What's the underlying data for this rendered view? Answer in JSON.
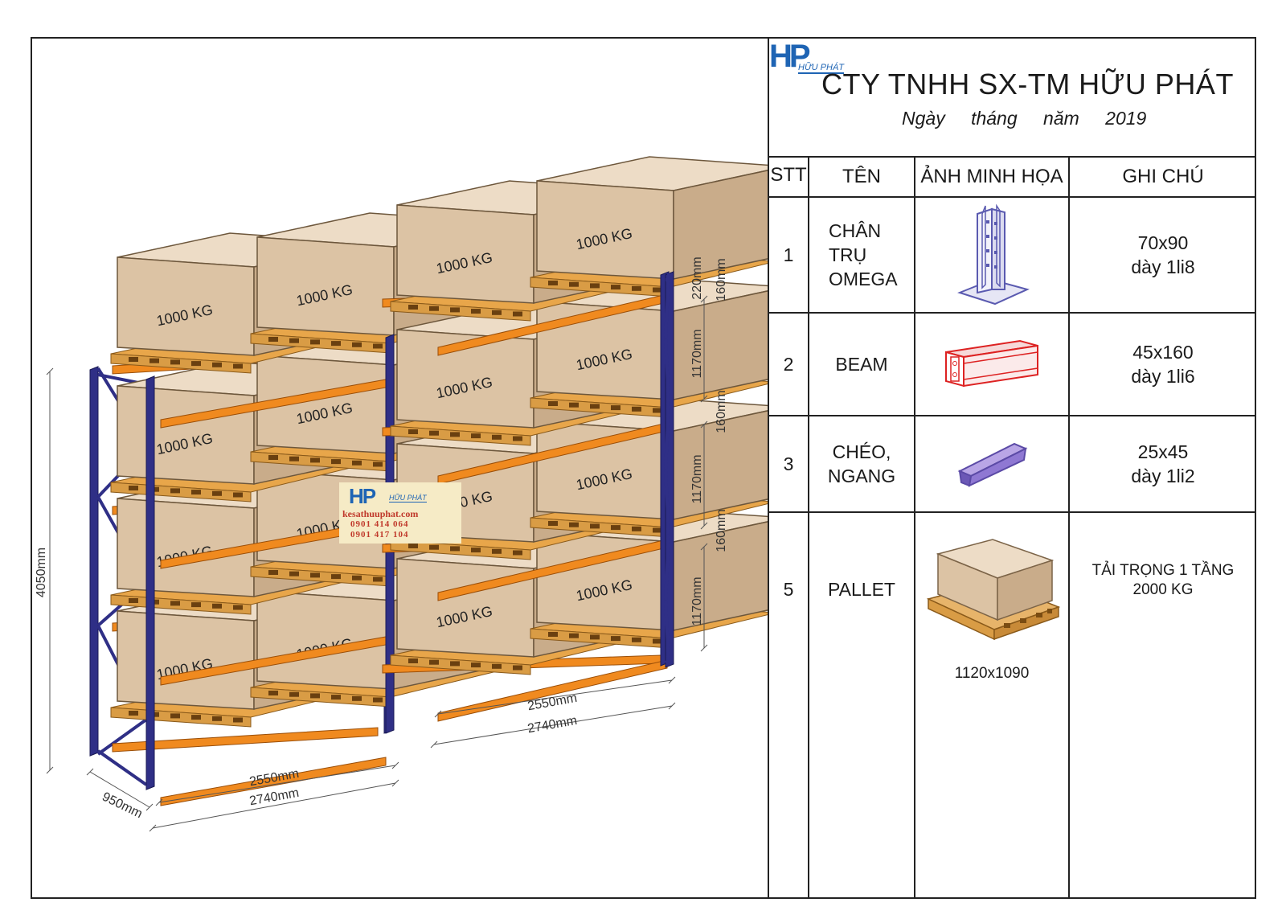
{
  "company": {
    "logo_text": "HP",
    "logo_sub": "HỮU PHÁT",
    "name": "CTY TNHH SX-TM HỮU PHÁT",
    "date_line": "Ngày tháng năm 2019"
  },
  "table": {
    "headers": [
      "STT",
      "TÊN",
      "ẢNH MINH HỌA",
      "GHI CHÚ"
    ],
    "rows": [
      {
        "stt": "1",
        "name": "CHÂN TRỤ OMEGA",
        "illustration": "omega-upright-icon",
        "note_line1": "70x90",
        "note_line2": "dày 1li8"
      },
      {
        "stt": "2",
        "name": "BEAM",
        "illustration": "beam-icon",
        "note_line1": "45x160",
        "note_line2": "dày 1li6"
      },
      {
        "stt": "3",
        "name": "CHÉO, NGANG",
        "illustration": "brace-icon",
        "note_line1": "25x45",
        "note_line2": "dày 1li2"
      },
      {
        "stt": "5",
        "name": "PALLET",
        "illustration": "pallet-box-icon",
        "caption": "1120x1090",
        "note_line1": "TẢI TRỌNG 1 TẦNG",
        "note_line2": "2000 KG"
      }
    ]
  },
  "drawing": {
    "box_label": "1000 KG",
    "dims": {
      "total_height": "4050mm",
      "depth": "950mm",
      "inner_width": "2550mm",
      "outer_width": "2740mm",
      "level_height": "1170mm",
      "beam_gap": "160mm",
      "top_gap": "220mm"
    },
    "watermark": {
      "logo_text": "HP",
      "logo_sub": "HỮU PHÁT",
      "site": "kesathuuphat.com",
      "phone1": "0901 414 064",
      "phone2": "0901 417 104"
    }
  },
  "colors": {
    "upright": "#2f2f86",
    "beam": "#f08a1f",
    "box_front": "#dcc3a4",
    "box_top": "#eddcc6",
    "box_side": "#c9ac8a",
    "pallet": "#e8a64a",
    "logo_blue": "#1e64b4"
  }
}
